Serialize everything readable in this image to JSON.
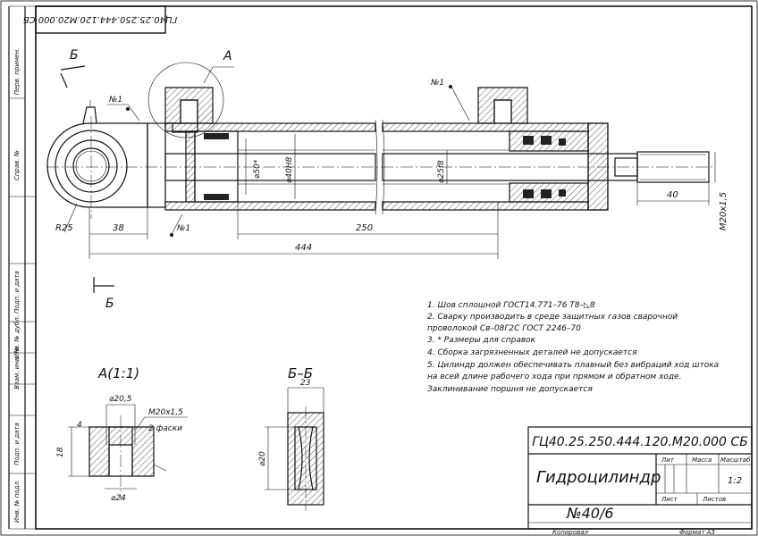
{
  "stamp_rotated": "ГЦ40.25.250.444.120.М20.000 СБ",
  "left_margin_labels": [
    "Перв. примен.",
    "Справ. №",
    "Подп. и дата",
    "Инв. № дубл.",
    "Взам. инв. №",
    "Подп. и дата",
    "Инв. № подл."
  ],
  "section_marks": {
    "top_letter": "Б",
    "bottom_letter": "Б",
    "view_a": "А"
  },
  "callouts": {
    "left_top": "№1",
    "left_bottom": "№1",
    "right": "№1"
  },
  "dimensions": {
    "r25": "R25",
    "d38": "38",
    "d250": "250",
    "d444": "444",
    "d40": "40",
    "m20": "M20x1,5",
    "phi50": "⌀50*",
    "phi40": "⌀40H8",
    "phi25": "⌀25f8"
  },
  "notes": [
    "1. Шов сплошной  ГОСТ14.771–76  Т8–◺8",
    "2. Сварку  производить  в  среде  защитных  газов  сварочной",
    "проволокой Св–08Г2С   ГОСТ 2246–70",
    "3.  * Размеры для справок",
    "4. Сборка загрязненных деталей не допускается",
    "5. Цилиндр должен обеспечивать плавный без вибраций ход штока",
    "на  всей   длине рабочего хода при прямом и обратном ходе.",
    "Заклинивание поршня не допускается"
  ],
  "detail_a": {
    "title": "А(1:1)",
    "dim_top": "⌀20,5",
    "dim_thread": "M20х1,5",
    "dim_thread_note": "2 фаски",
    "dim_4": "4",
    "dim_18": "18",
    "dim_bottom": "⌀24"
  },
  "section_bb": {
    "title": "Б–Б",
    "dim_23": "23",
    "dim_20": "⌀20"
  },
  "title_block": {
    "designation": "ГЦ40.25.250.444.120.М20.000 СБ",
    "name": "Гидроцилиндр",
    "lit": "Лит",
    "mass": "Масса",
    "scale": "Масштаб",
    "scale_value": "1:2",
    "sheet": "Лист",
    "sheets": "Листов",
    "group": "№40/6",
    "copied": "Копировал",
    "format": "Формат  А3"
  }
}
